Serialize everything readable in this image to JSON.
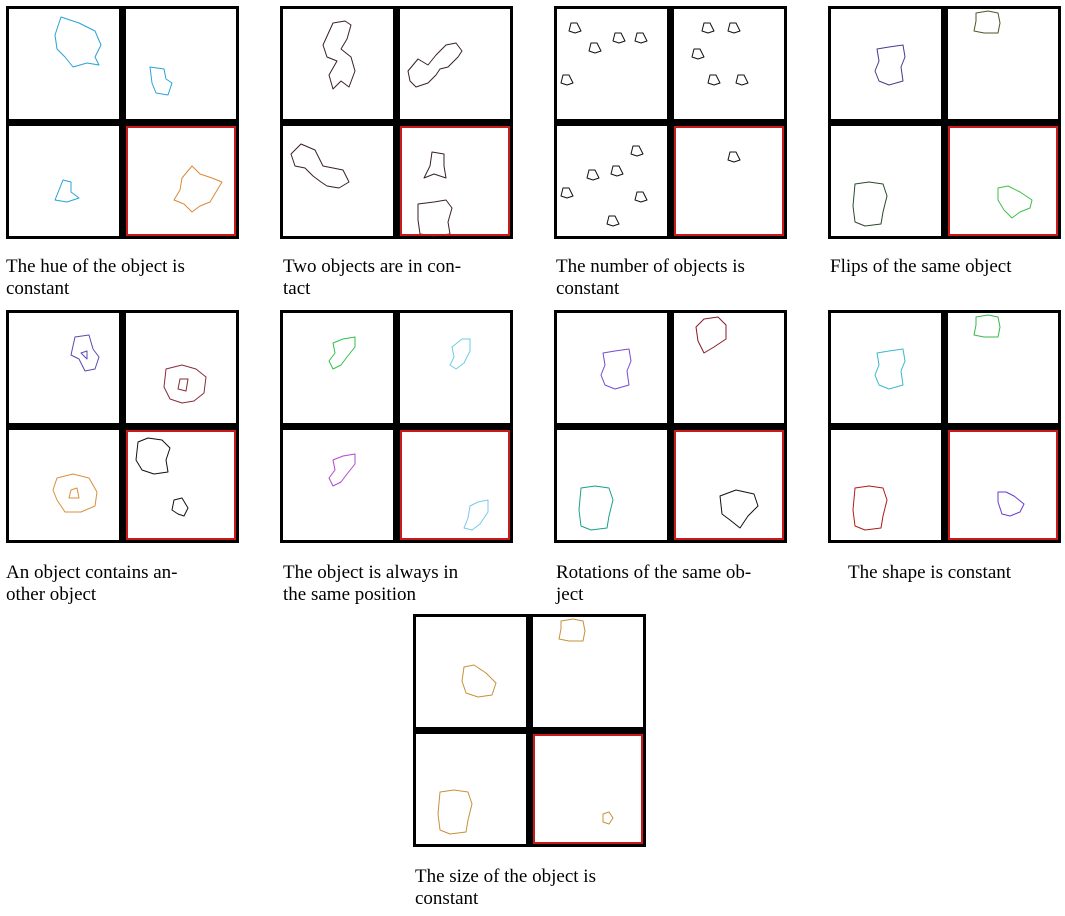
{
  "panels": [
    {
      "caption_lines": [
        "The hue of the object is",
        "constant"
      ],
      "cells": [
        {
          "shapes": [
            {
              "color": "#29a3d6",
              "kind": "blob-large"
            }
          ]
        },
        {
          "shapes": [
            {
              "color": "#29a3d6",
              "kind": "blob-small"
            }
          ]
        },
        {
          "shapes": [
            {
              "color": "#29a3d6",
              "kind": "triangle-small"
            }
          ]
        },
        {
          "shapes": [
            {
              "color": "#d98a3a",
              "kind": "star-large"
            }
          ]
        }
      ]
    },
    {
      "caption_lines": [
        "Two objects are in con-",
        "tact"
      ],
      "cells": [
        {
          "shapes": [
            {
              "color": "#3a1f2a",
              "kind": "hourglass"
            }
          ]
        },
        {
          "shapes": [
            {
              "color": "#3a1f2a",
              "kind": "diagonal-pair"
            }
          ]
        },
        {
          "shapes": [
            {
              "color": "#3a1f2a",
              "kind": "bowtie"
            }
          ]
        },
        {
          "shapes": [
            {
              "color": "#3a1f2a",
              "kind": "two-separate"
            }
          ]
        }
      ]
    },
    {
      "caption_lines": [
        "The number of objects is",
        "constant"
      ],
      "cells": [
        {
          "shapes": [
            {
              "color": "#111111",
              "kind": "many-5"
            }
          ]
        },
        {
          "shapes": [
            {
              "color": "#111111",
              "kind": "many-5b"
            }
          ]
        },
        {
          "shapes": [
            {
              "color": "#111111",
              "kind": "many-6"
            }
          ]
        },
        {
          "shapes": [
            {
              "color": "#111111",
              "kind": "single-small"
            }
          ]
        }
      ]
    },
    {
      "caption_lines": [
        "Flips of the same object"
      ],
      "cells": [
        {
          "shapes": [
            {
              "color": "#4a3a8a",
              "kind": "blob-medium"
            }
          ]
        },
        {
          "shapes": [
            {
              "color": "#4a5a2a",
              "kind": "blob-top"
            }
          ]
        },
        {
          "shapes": [
            {
              "color": "#2a4a2a",
              "kind": "blob-bottom"
            }
          ]
        },
        {
          "shapes": [
            {
              "color": "#3fbf4a",
              "kind": "heart"
            }
          ]
        }
      ]
    },
    {
      "caption_lines": [
        "An object contains an-",
        "other object"
      ],
      "cells": [
        {
          "shapes": [
            {
              "color": "#5a4ab0",
              "kind": "contain-a"
            }
          ]
        },
        {
          "shapes": [
            {
              "color": "#8a2a3a",
              "kind": "contain-b"
            }
          ]
        },
        {
          "shapes": [
            {
              "color": "#d9903a",
              "kind": "contain-c"
            }
          ]
        },
        {
          "shapes": [
            {
              "color": "#111111",
              "kind": "separate-two"
            }
          ]
        }
      ]
    },
    {
      "caption_lines": [
        "The object is always in",
        "the same position"
      ],
      "cells": [
        {
          "shapes": [
            {
              "color": "#2fc24a",
              "kind": "leaf-left"
            }
          ]
        },
        {
          "shapes": [
            {
              "color": "#6ad0e0",
              "kind": "leaf-right"
            }
          ]
        },
        {
          "shapes": [
            {
              "color": "#b04ad0",
              "kind": "leaf-left"
            }
          ]
        },
        {
          "shapes": [
            {
              "color": "#7ac8e8",
              "kind": "leaf-corner"
            }
          ]
        }
      ]
    },
    {
      "caption_lines": [
        "Rotations of the same ob-",
        "ject"
      ],
      "cells": [
        {
          "shapes": [
            {
              "color": "#7a4ad0",
              "kind": "blob-medium"
            }
          ]
        },
        {
          "shapes": [
            {
              "color": "#8a1a2a",
              "kind": "rot-top"
            }
          ]
        },
        {
          "shapes": [
            {
              "color": "#1aa08a",
              "kind": "blob-bottom"
            }
          ]
        },
        {
          "shapes": [
            {
              "color": "#111111",
              "kind": "rot-br"
            }
          ]
        }
      ]
    },
    {
      "caption_lines": [
        "The shape is constant"
      ],
      "cells": [
        {
          "shapes": [
            {
              "color": "#3ab8d0",
              "kind": "blob-medium"
            }
          ]
        },
        {
          "shapes": [
            {
              "color": "#3ab84a",
              "kind": "blob-top"
            }
          ]
        },
        {
          "shapes": [
            {
              "color": "#b01a1a",
              "kind": "blob-bottom"
            }
          ]
        },
        {
          "shapes": [
            {
              "color": "#6a3ad0",
              "kind": "heart-br"
            }
          ]
        }
      ]
    },
    {
      "caption_lines": [
        "The size of the object is",
        "constant"
      ],
      "cells": [
        {
          "shapes": [
            {
              "color": "#c8903a",
              "kind": "blob-medium-low"
            }
          ]
        },
        {
          "shapes": [
            {
              "color": "#c8903a",
              "kind": "blob-top"
            }
          ]
        },
        {
          "shapes": [
            {
              "color": "#c8903a",
              "kind": "blob-bottom"
            }
          ]
        },
        {
          "shapes": [
            {
              "color": "#c8903a",
              "kind": "tiny"
            }
          ]
        }
      ]
    }
  ]
}
